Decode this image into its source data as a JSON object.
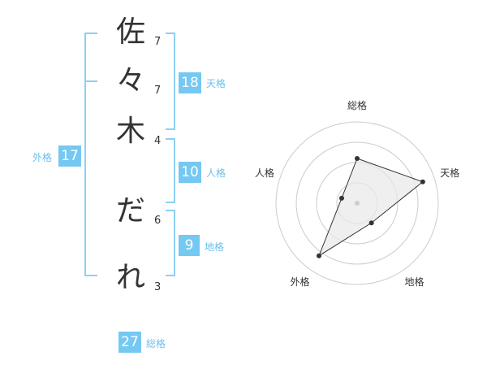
{
  "name": {
    "chars": [
      {
        "char": "佐",
        "strokes": "7"
      },
      {
        "char": "々",
        "strokes": "7"
      },
      {
        "char": "木",
        "strokes": "4"
      },
      {
        "char": "だ",
        "strokes": "6"
      },
      {
        "char": "れ",
        "strokes": "3"
      }
    ]
  },
  "kaku": {
    "tenkaku": {
      "value": "18",
      "label": "天格"
    },
    "jinkaku": {
      "value": "10",
      "label": "人格"
    },
    "chikaku": {
      "value": "9",
      "label": "地格"
    },
    "gaikaku": {
      "value": "17",
      "label": "外格"
    },
    "soukaku": {
      "value": "27",
      "label": "総格"
    }
  },
  "chart_data": {
    "type": "radar",
    "axes": [
      "総格",
      "天格",
      "地格",
      "外格",
      "人格"
    ],
    "values": [
      0.55,
      0.85,
      0.3,
      0.8,
      0.2
    ],
    "rings": 4,
    "colors": {
      "accent": "#75c8f2",
      "line": "#333333",
      "grid": "#cccccc",
      "fill": "#e8e8e8"
    }
  }
}
